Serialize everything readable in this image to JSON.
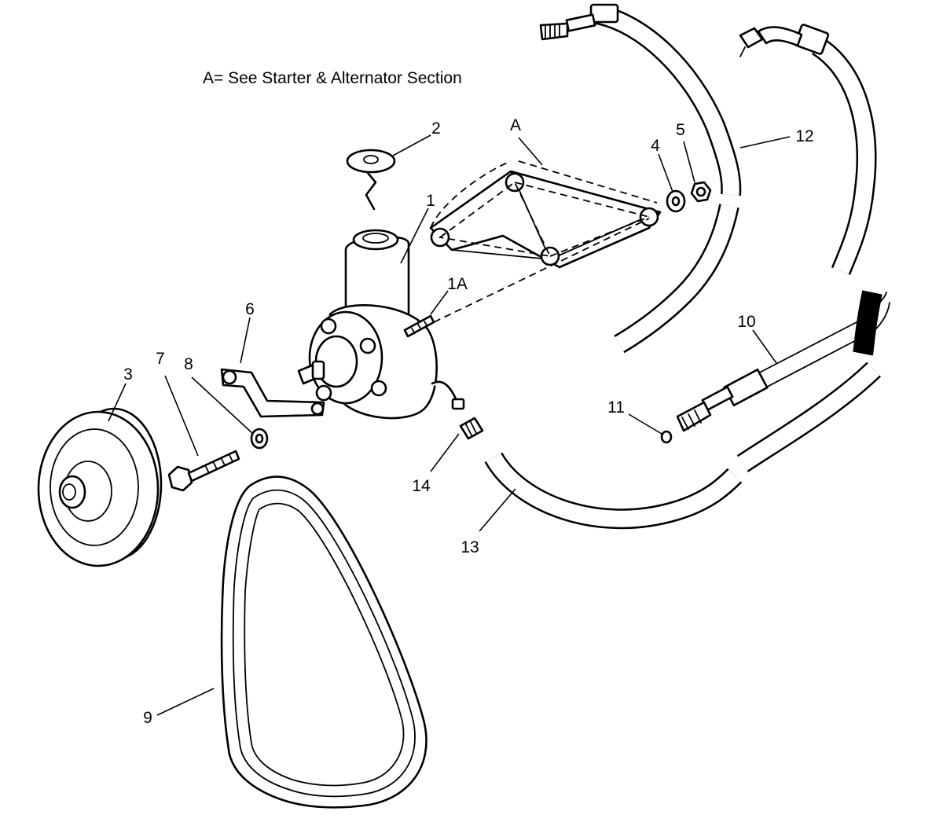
{
  "note": "A= See Starter & Alternator Section",
  "callouts": {
    "c1": "1",
    "c1a": "1A",
    "c2": "2",
    "c3": "3",
    "c4": "4",
    "c5": "5",
    "c6": "6",
    "c7": "7",
    "c8": "8",
    "c9": "9",
    "c10": "10",
    "c11": "11",
    "c12": "12",
    "c13": "13",
    "c14": "14",
    "ca": "A"
  }
}
